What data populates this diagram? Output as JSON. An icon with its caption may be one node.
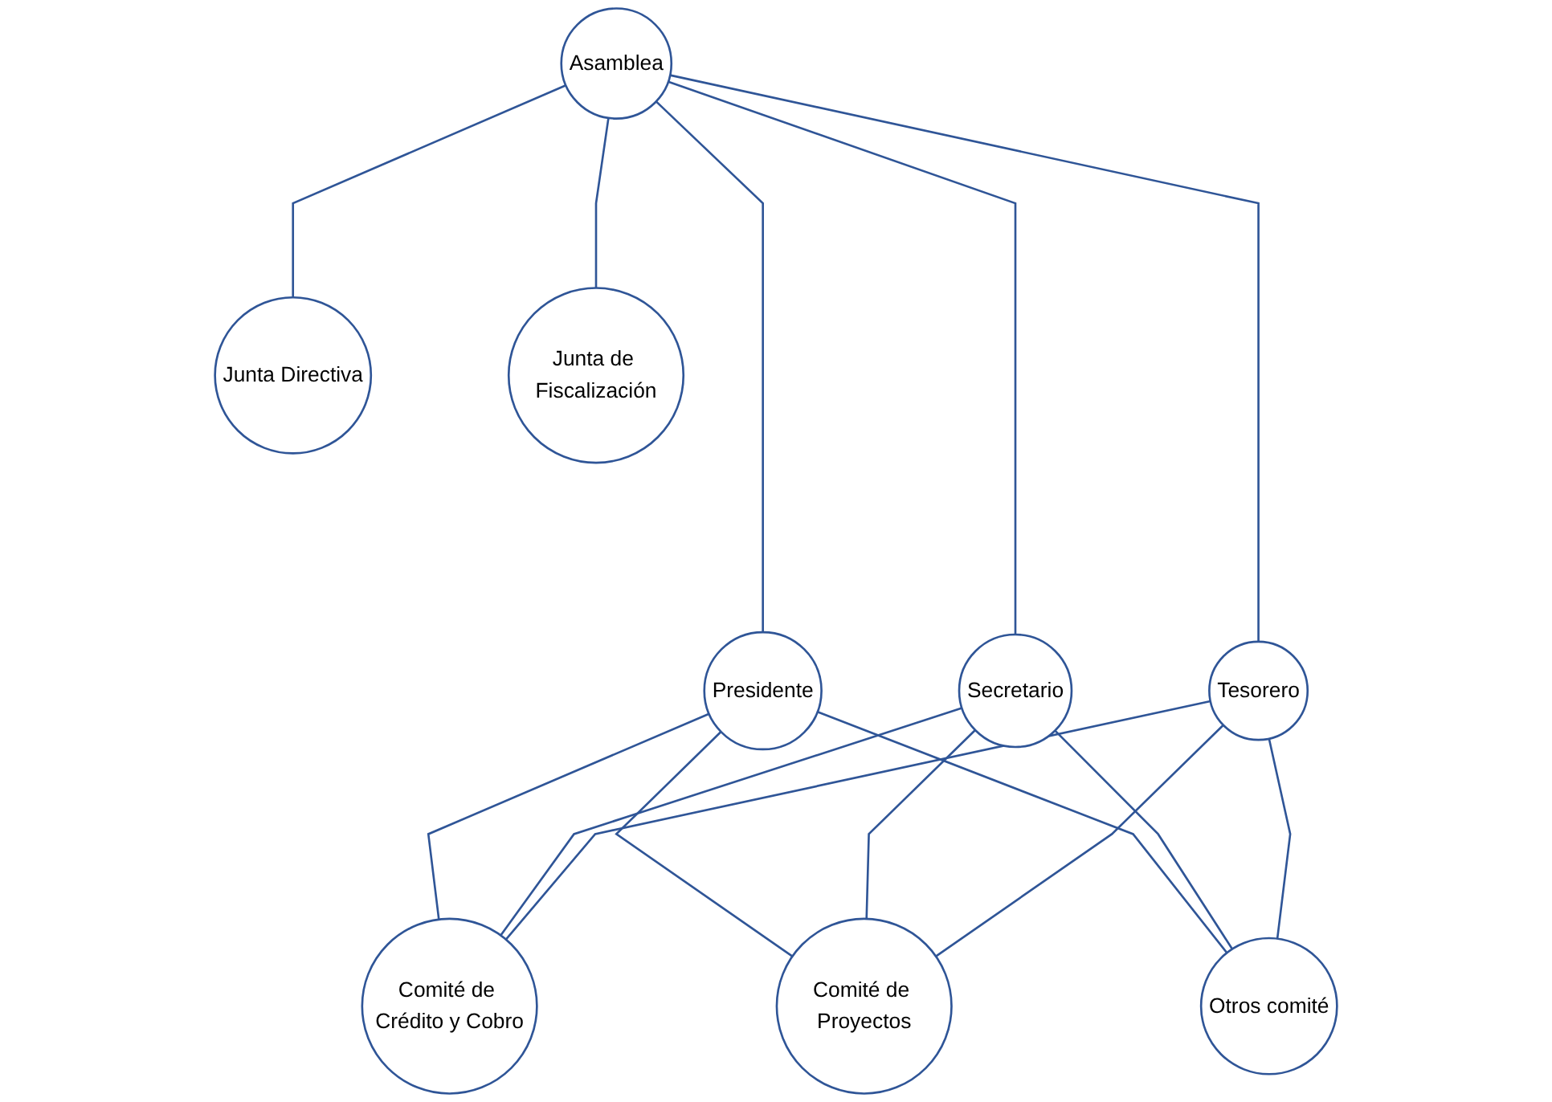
{
  "diagram": {
    "nodes": [
      {
        "text": [
          "Asamblea"
        ]
      },
      {
        "text": [
          "Junta Directiva"
        ]
      },
      {
        "text": [
          "Junta de Fiscalización"
        ]
      },
      {
        "text": [
          "Presidente"
        ]
      },
      {
        "text": [
          "Secretario"
        ]
      },
      {
        "text": [
          "Tesorero"
        ]
      },
      {
        "text": [
          "Comité de Crédito y Cobro"
        ]
      },
      {
        "text": [
          "Comité de Proyectos"
        ]
      },
      {
        "text": [
          "Otros comité"
        ]
      }
    ],
    "edges": [
      {
        "from": 0,
        "to": 1,
        "arrow": "none"
      },
      {
        "from": 0,
        "to": 2,
        "arrow": "none"
      },
      {
        "from": 0,
        "to": 3,
        "arrow": "none"
      },
      {
        "from": 0,
        "to": 4,
        "arrow": "none"
      },
      {
        "from": 0,
        "to": 5,
        "arrow": "none"
      },
      {
        "from": 3,
        "to": 6,
        "arrow": "none"
      },
      {
        "from": 3,
        "to": 7,
        "arrow": "none"
      },
      {
        "from": 3,
        "to": 8,
        "arrow": "none"
      },
      {
        "from": 4,
        "to": 6,
        "arrow": "none"
      },
      {
        "from": 4,
        "to": 7,
        "arrow": "none"
      },
      {
        "from": 4,
        "to": 8,
        "arrow": "none"
      },
      {
        "from": 5,
        "to": 6,
        "arrow": "none"
      },
      {
        "from": 5,
        "to": 7,
        "arrow": "none"
      },
      {
        "from": 5,
        "to": 8,
        "arrow": "none"
      }
    ]
  }
}
